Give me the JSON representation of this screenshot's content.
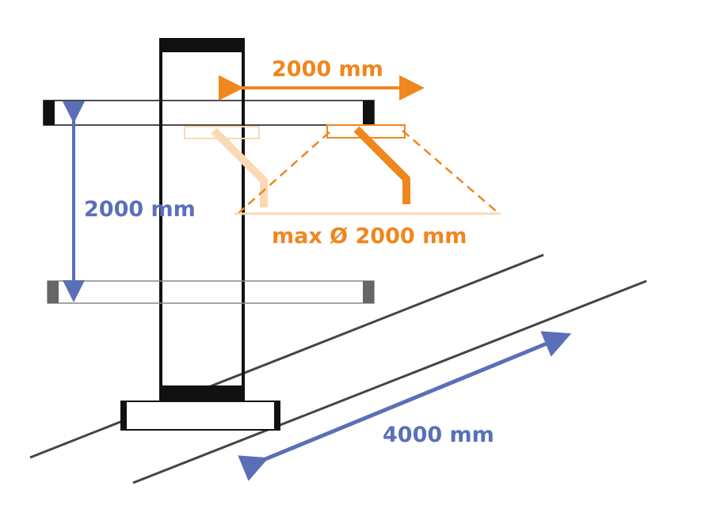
{
  "labels": {
    "top_span": "2000 mm",
    "vertical_span": "2000 mm",
    "swing_diameter": "max Ø 2000 mm",
    "track_length": "4000 mm"
  },
  "colors": {
    "orange": "#F0861E",
    "orange_light": "#FBD9B4",
    "blue": "#5B6FB8",
    "black": "#111111",
    "gray": "#666666",
    "line": "#444444"
  }
}
